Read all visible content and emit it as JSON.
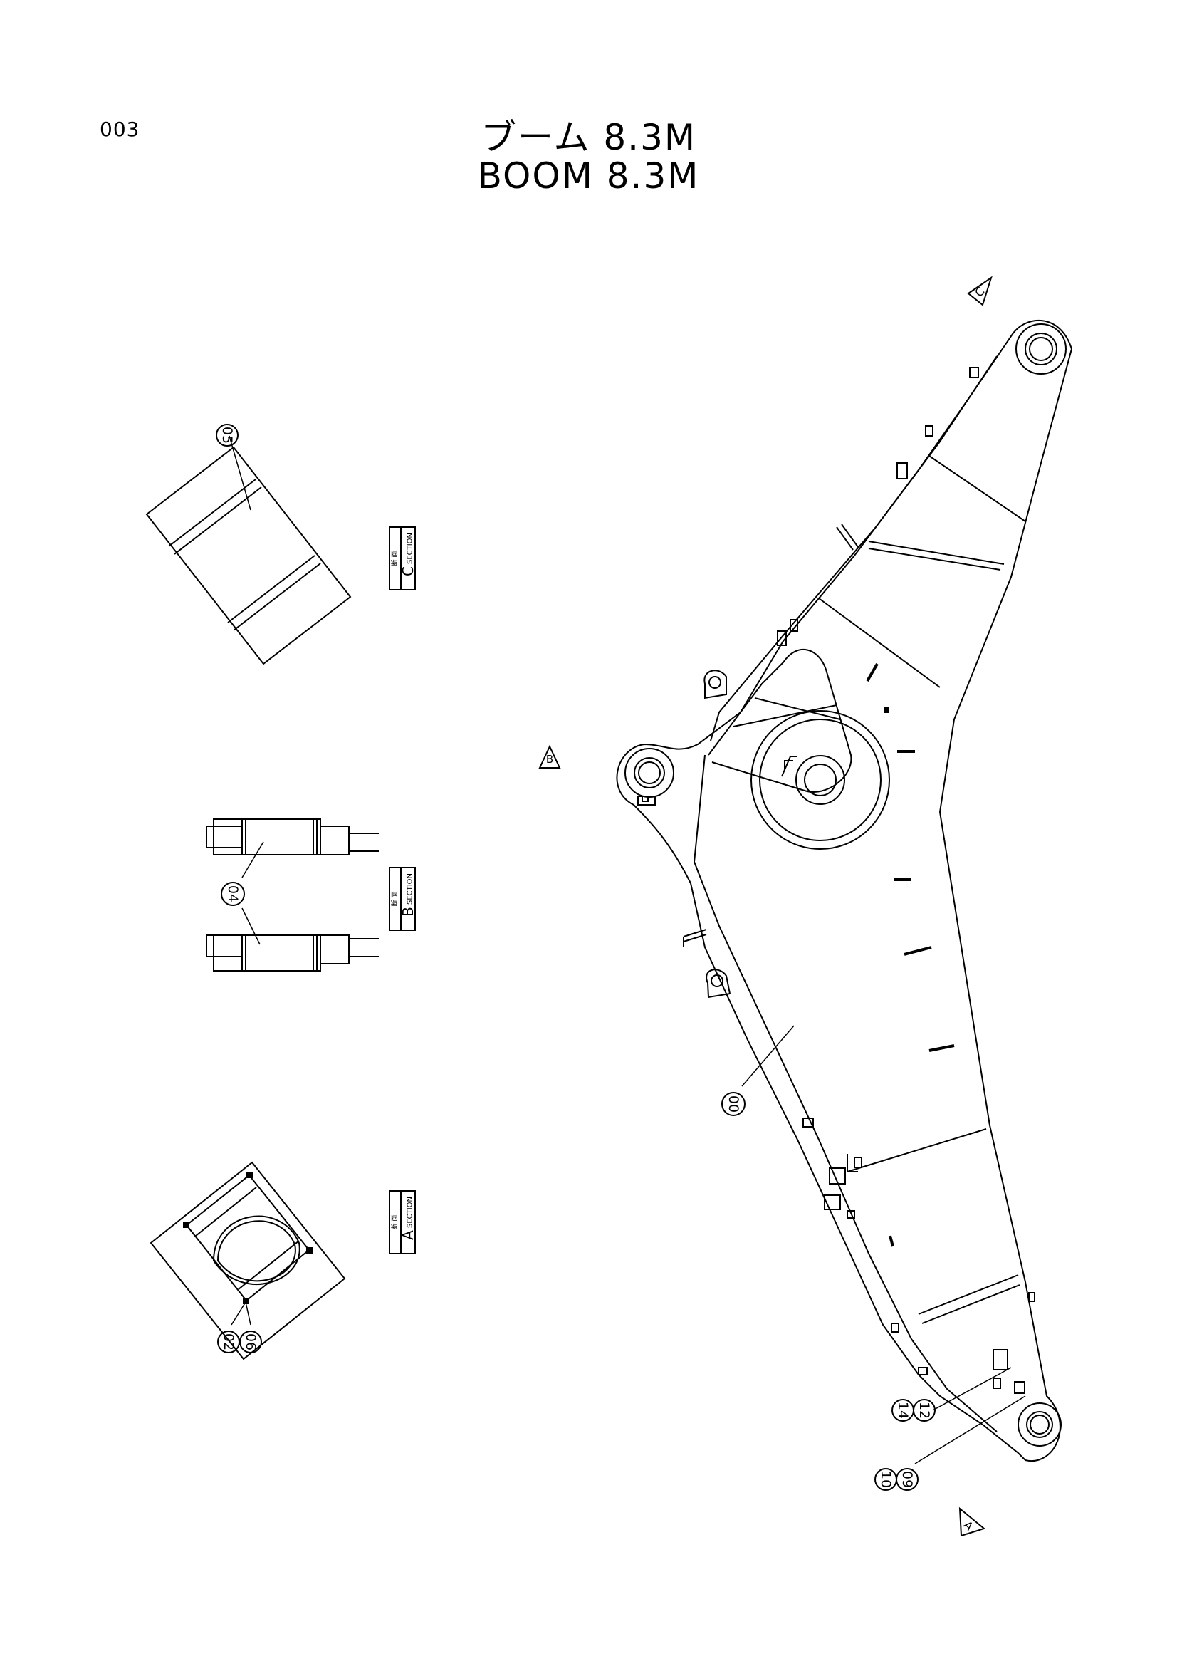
{
  "page": {
    "number": "003"
  },
  "title": {
    "jp": "ブーム 8.3M",
    "en": "BOOM 8.3M"
  },
  "section_tags": [
    {
      "kanji": "断 面",
      "word": "SECTION",
      "letter": "C"
    },
    {
      "kanji": "断 面",
      "word": "SECTION",
      "letter": "B"
    },
    {
      "kanji": "断 面",
      "word": "SECTION",
      "letter": "A"
    }
  ],
  "view_markers": {
    "c": "C",
    "b": "B",
    "a": "A"
  },
  "callouts": {
    "c05": "05",
    "c04": "04",
    "c02": "02",
    "c06": "06",
    "c00": "00",
    "c14": "14",
    "c12": "12",
    "c10": "10",
    "c09": "09"
  }
}
